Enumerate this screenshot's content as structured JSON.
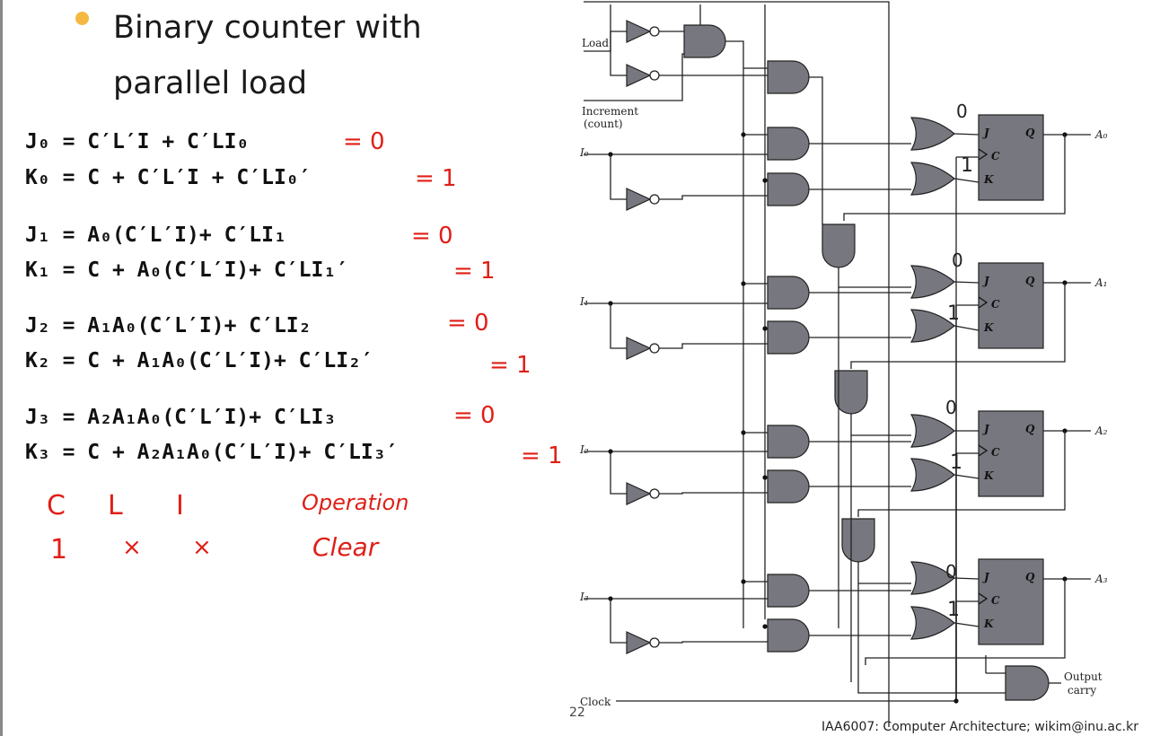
{
  "slide": {
    "title": "Binary counter with parallel load",
    "footer": "IAA6007: Computer Architecture; wikim@inu.ac.kr",
    "page_number": "22"
  },
  "equations": [
    {
      "lhs": "J₀",
      "rhs": "= C′L′I + C′LI₀",
      "note": "= 0"
    },
    {
      "lhs": "K₀",
      "rhs": "= C + C′L′I + C′LI₀′",
      "note": "= 1"
    },
    {
      "lhs": "J₁",
      "rhs": "= A₀(C′L′I)+ C′LI₁",
      "note": "= 0"
    },
    {
      "lhs": "K₁",
      "rhs": "= C + A₀(C′L′I)+ C′LI₁′",
      "note": "= 1"
    },
    {
      "lhs": "J₂",
      "rhs": "= A₁A₀(C′L′I)+ C′LI₂",
      "note": "= 0"
    },
    {
      "lhs": "K₂",
      "rhs": "= C + A₁A₀(C′L′I)+ C′LI₂′",
      "note": "= 1"
    },
    {
      "lhs": "J₃",
      "rhs": "= A₂A₁A₀(C′L′I)+ C′LI₃",
      "note": "= 0"
    },
    {
      "lhs": "K₃",
      "rhs": "= C + A₂A₁A₀(C′L′I)+ C′LI₃′",
      "note": "= 1"
    }
  ],
  "handwriting": {
    "header": [
      "C",
      "L",
      "I",
      "Operation"
    ],
    "row": [
      "1",
      "×",
      "×",
      "Clear"
    ],
    "ff_marks": [
      "0",
      "1"
    ]
  },
  "circuit": {
    "inputs": {
      "load": "Load",
      "increment": "Increment",
      "increment_sub": "(count)",
      "i0": "I₀",
      "i1": "I₁",
      "i2": "I₂",
      "i3": "I₃",
      "clock": "Clock"
    },
    "outputs": {
      "a0": "A₀",
      "a1": "A₁",
      "a2": "A₂",
      "a3": "A₃",
      "carry": "Output",
      "carry_sub": "carry"
    },
    "ff_pins": {
      "j": "J",
      "k": "K",
      "c": "C",
      "q": "Q"
    }
  },
  "colors": {
    "ink": "#e8281c",
    "gate_fill": "#77777f",
    "bullet": "#f5b942"
  }
}
